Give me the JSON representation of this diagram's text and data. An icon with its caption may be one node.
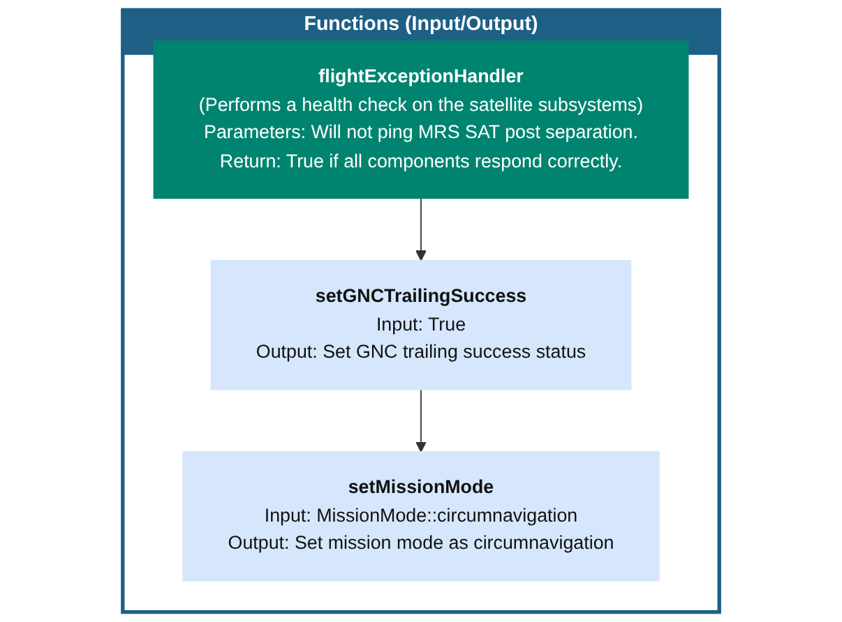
{
  "diagram": {
    "nodes": [
      {
        "text": [
          "Functions (Input/Output)"
        ]
      },
      {
        "text": [
          "flightExceptionHandler",
          "(Performs a health check on the satellite subsystems)",
          "Parameters: Will not ping MRS SAT post separation.",
          "Return: True if all components respond correctly."
        ],
        "in": 0
      },
      {
        "text": [
          "setGNCTrailingSuccess",
          "Input: True",
          "Output: Set GNC trailing success status"
        ],
        "in": 0
      },
      {
        "text": [
          "setMissionMode",
          "Input: MissionMode::circumnavigation",
          "Output: Set mission mode as circumnavigation"
        ],
        "in": 0
      }
    ],
    "edges": [
      {
        "from": 1,
        "to": 2,
        "arrow": "to"
      },
      {
        "from": 2,
        "to": 3,
        "arrow": "to"
      }
    ]
  }
}
